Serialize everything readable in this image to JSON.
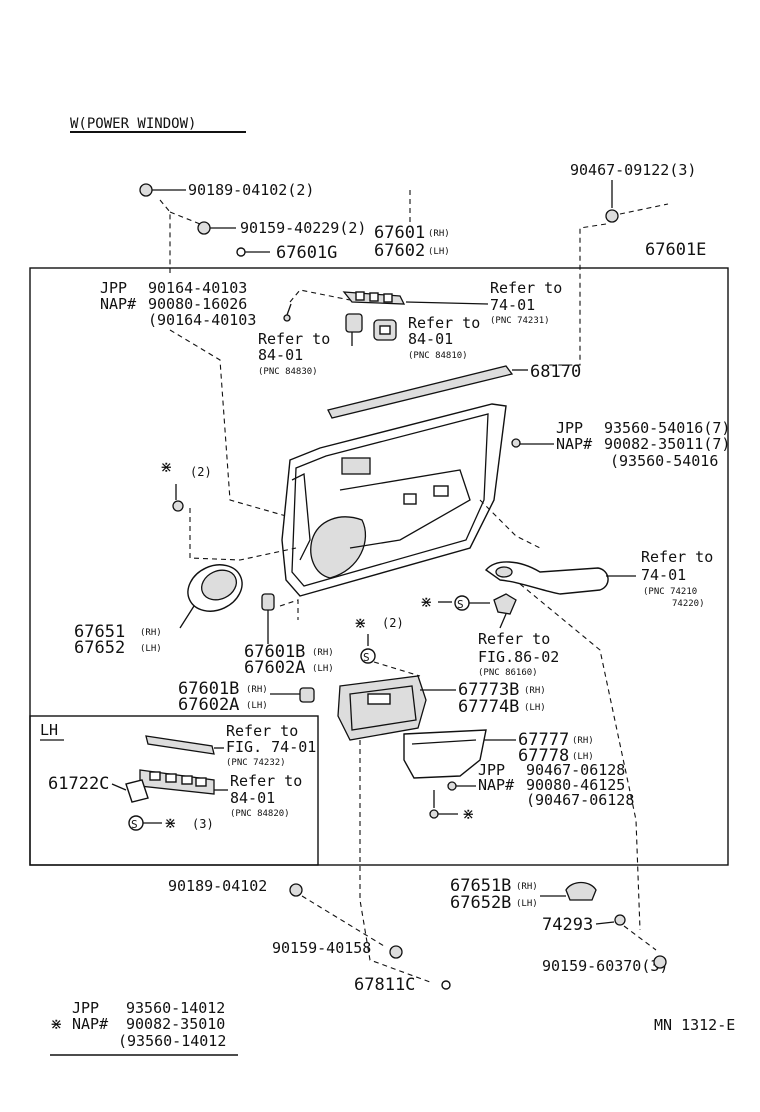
{
  "title": "W(POWER WINDOW)",
  "footer_code": "MN 1312-E",
  "labels": {
    "p_90189_top": "90189-04102(2)",
    "p_90159_top": "90159-40229(2)",
    "p_67601g": "67601G",
    "p_67601_rh": "67601",
    "p_67601_rh_suf": "(RH)",
    "p_67602_lh": "67602",
    "p_67602_lh_suf": "(LH)",
    "p_90467_09122": "90467-09122(3)",
    "p_67601e": "67601E",
    "jpp": "JPP",
    "nap": "NAP#",
    "p_90164_a": "90164-40103",
    "p_90080_16026": "90080-16026",
    "p_90164_b": "(90164-40103",
    "ref_74_01_top": "Refer to",
    "ref_74_01_top_num": "74-01",
    "ref_74_01_top_pnc": "(PNC 74231)",
    "ref_84_01_a": "Refer to",
    "ref_84_01_a_num": "84-01",
    "ref_84_01_a_pnc": "(PNC 84810)",
    "ref_84_01_b": "Refer to",
    "ref_84_01_b_num": "84-01",
    "ref_84_01_b_pnc": "(PNC 84830)",
    "p_68170": "68170",
    "jpp2": "JPP",
    "p_93560_54016": "93560-54016(7)",
    "nap2": "NAP#",
    "p_90082_35011": "90082-35011(7)",
    "p_93560_54016b": "(93560-54016",
    "star_2a": "(2)",
    "ref_74_01_r": "Refer to",
    "ref_74_01_r_num": "74-01",
    "ref_74_01_r_pnc": "(PNC 74210",
    "ref_74_01_r_pnc2": "74220)",
    "p_67651": "67651",
    "p_67651_suf": "(RH)",
    "p_67652": "67652",
    "p_67652_suf": "(LH)",
    "ref_86_02": "Refer to",
    "ref_86_02_num": "FIG.86-02",
    "ref_86_02_pnc": "(PNC 86160)",
    "star_2b": "(2)",
    "p_67601b_1": "67601B",
    "p_67601b_1_suf": "(RH)",
    "p_67602a_1": "67602A",
    "p_67602a_1_suf": "(LH)",
    "p_67601b_2": "67601B",
    "p_67601b_2_suf": "(RH)",
    "p_67602a_2": "67602A",
    "p_67602a_2_suf": "(LH)",
    "p_67773": "67773B",
    "p_67773_suf": "(RH)",
    "p_67774": "67774B",
    "p_67774_suf": "(LH)",
    "lh_title": "LH",
    "ref_74_01_lh": "Refer to",
    "ref_74_01_lh_num": "FIG. 74-01",
    "ref_74_01_lh_pnc": "(PNC 74232)",
    "p_61722": "61722C",
    "ref_84_01_lh": "Refer to",
    "ref_84_01_lh_num": "84-01",
    "ref_84_01_lh_pnc": "(PNC 84820)",
    "lh_star_3": "(3)",
    "p_67777": "67777",
    "p_67777_suf": "(RH)",
    "p_67778": "67778",
    "p_67778_suf": "(LH)",
    "jpp3": "JPP",
    "p_90467_06128": "90467-06128",
    "nap3": "NAP#",
    "p_90080_46125": "90080-46125",
    "p_90467_06128b": "(90467-06128",
    "p_90189_bot": "90189-04102",
    "p_67651b": "67651B",
    "p_67651b_suf": "(RH)",
    "p_67652b": "67652B",
    "p_67652b_suf": "(LH)",
    "p_74293": "74293",
    "p_90159_40158": "90159-40158",
    "p_90159_60370": "90159-60370(3)",
    "p_67811c": "67811C",
    "foot_jpp": "JPP",
    "foot_p1": "93560-14012",
    "foot_nap": "NAP#",
    "foot_p2": "90082-35010",
    "foot_p3": "(93560-14012"
  }
}
